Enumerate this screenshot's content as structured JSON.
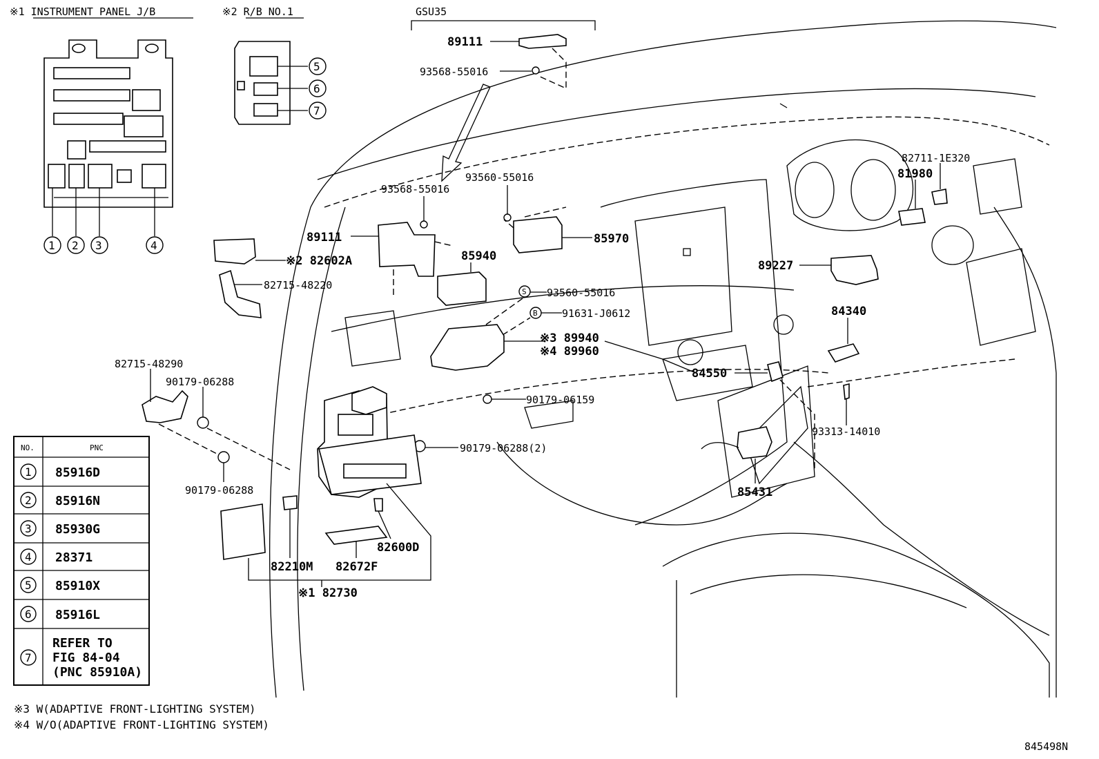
{
  "header": {
    "jb_title": "※1 INSTRUMENT PANEL J/B",
    "rb_title": "※2 R/B NO.1",
    "variant": "GSU35"
  },
  "callouts": {
    "c1": "1",
    "c2": "2",
    "c3": "3",
    "c4": "4",
    "c5": "5",
    "c6": "6",
    "c7": "7"
  },
  "labels": {
    "p89111_top": "89111",
    "p93568_top": "93568-55016",
    "p93560_a": "93560-55016",
    "p93568_b": "93568-55016",
    "p89111_mid": "89111",
    "p82602a": "※2 82602A",
    "p82715_48220": "82715-48220",
    "p85940": "85940",
    "p85970": "85970",
    "p93560_s": "93560-55016",
    "p91631": "91631-J0612",
    "s_marker": "S",
    "b_marker": "B",
    "p89940": "※3 89940",
    "p89960": "※4 89960",
    "p82711": "82711-1E320",
    "p81980": "81980",
    "p89227": "89227",
    "p84340": "84340",
    "p84550": "84550",
    "p82715_48290": "82715-48290",
    "p90179_a": "90179-06288",
    "p90179_06159": "90179-06159",
    "p90179_2": "90179-06288(2)",
    "p93313": "93313-14010",
    "p85431": "85431",
    "p90179_b": "90179-06288",
    "p82600d": "82600D",
    "p82210m": "82210M",
    "p82672f": "82672F",
    "p82730": "※1 82730"
  },
  "table": {
    "col_no": "NO.",
    "col_pnc": "PNC",
    "rows": [
      {
        "no": "1",
        "pnc": "85916D"
      },
      {
        "no": "2",
        "pnc": "85916N"
      },
      {
        "no": "3",
        "pnc": "85930G"
      },
      {
        "no": "4",
        "pnc": "28371"
      },
      {
        "no": "5",
        "pnc": "85910X"
      },
      {
        "no": "6",
        "pnc": "85916L"
      },
      {
        "no": "7",
        "pnc": "REFER TO",
        "pnc2": "FIG 84-04",
        "pnc3": "(PNC 85910A)"
      }
    ]
  },
  "notes": {
    "n3": "※3 W(ADAPTIVE FRONT-LIGHTING SYSTEM)",
    "n4": "※4 W/O(ADAPTIVE FRONT-LIGHTING SYSTEM)"
  },
  "figure_id": "845498N"
}
